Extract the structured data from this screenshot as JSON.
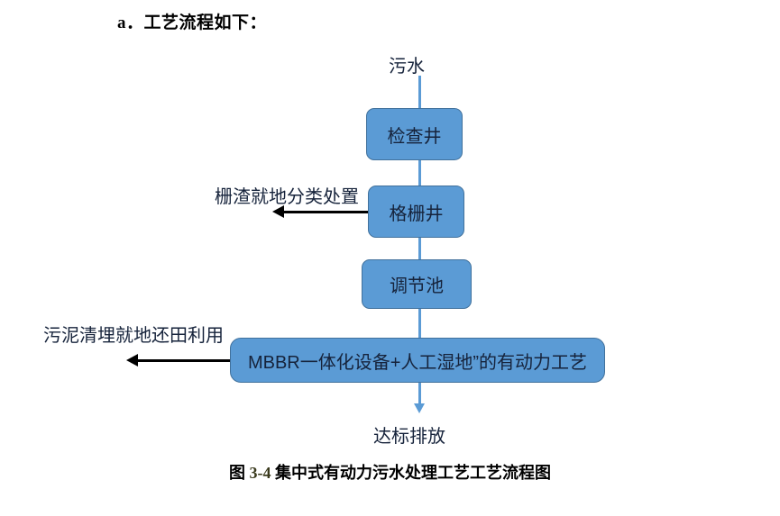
{
  "heading": {
    "text": "a．工艺流程如下："
  },
  "flow": {
    "inlet_label": "污水",
    "outlet_label": "达标排放",
    "nodes": [
      {
        "label": "检查井"
      },
      {
        "label": "格栅井"
      },
      {
        "label": "调节池"
      },
      {
        "label": "MBBR一体化设备+人工湿地”的有动力工艺"
      }
    ],
    "side_outputs": [
      {
        "label": "栅渣就地分类处置"
      },
      {
        "label": "污泥清埋就地还田利用"
      }
    ]
  },
  "caption": {
    "prefix": "图",
    "number": "3-4",
    "text": "集中式有动力污水处理工艺工艺流程图"
  },
  "colors": {
    "node_fill": "#5B9BD5",
    "node_border": "#41719C",
    "connector": "#5B9BD5",
    "side_arrow": "#000000",
    "text": "#16233B"
  }
}
